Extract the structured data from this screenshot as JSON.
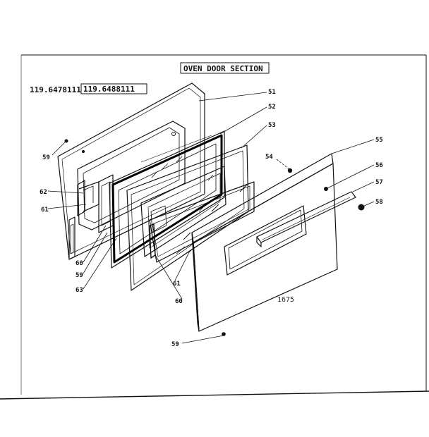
{
  "diagram": {
    "title": "OVEN DOOR SECTION",
    "model_numbers": [
      "119.6478111",
      "119.6488111"
    ],
    "reference_code": "1675",
    "part_labels": [
      "51",
      "52",
      "53",
      "54",
      "55",
      "56",
      "57",
      "58",
      "59",
      "60",
      "61",
      "62",
      "63"
    ]
  }
}
